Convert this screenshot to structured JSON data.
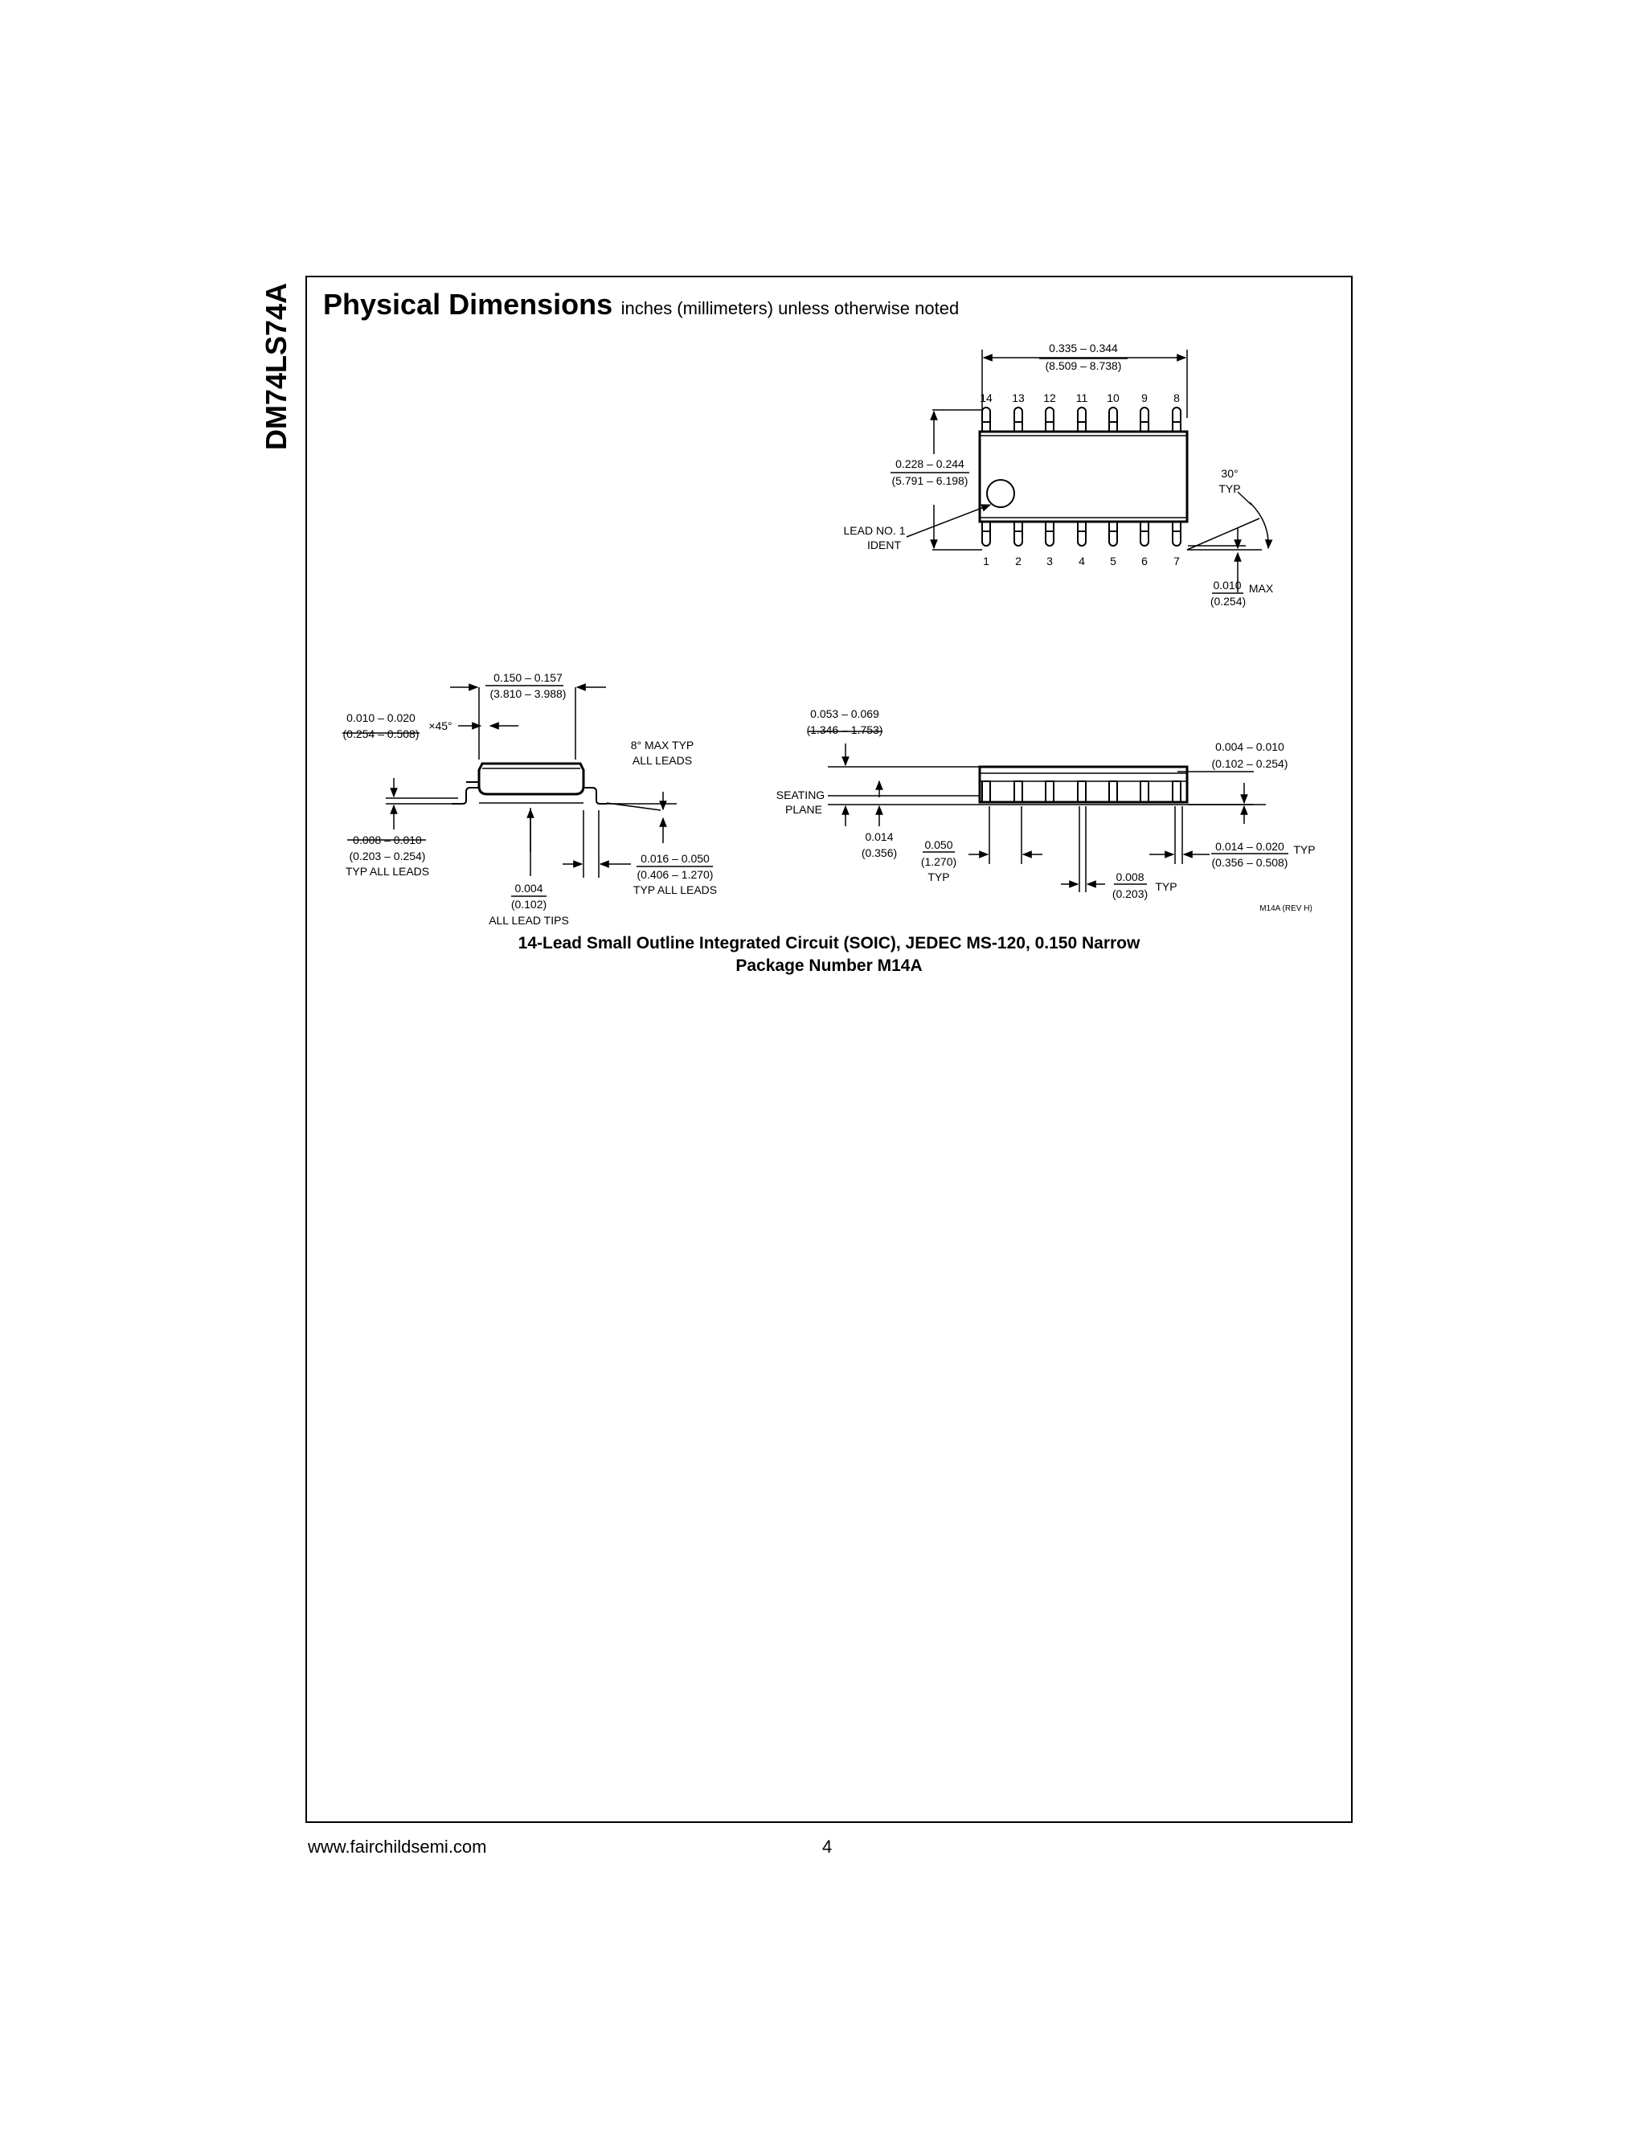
{
  "side_title": "DM74LS74A",
  "heading": {
    "title": "Physical Dimensions",
    "subtitle": "inches (millimeters) unless otherwise noted"
  },
  "top_view": {
    "length_in": "0.335 – 0.344",
    "length_mm": "(8.509 – 8.738)",
    "top_pins": [
      "14",
      "13",
      "12",
      "11",
      "10",
      "9",
      "8"
    ],
    "bottom_pins": [
      "1",
      "2",
      "3",
      "4",
      "5",
      "6",
      "7"
    ],
    "width_in": "0.228 – 0.244",
    "width_mm": "(5.791 – 6.198)",
    "lead_ident_line1": "LEAD NO. 1",
    "lead_ident_line2": "IDENT",
    "angle_value": "30°",
    "angle_typ": "TYP",
    "max_in": "0.010",
    "max_suffix": "MAX",
    "max_mm": "(0.254)"
  },
  "end_view": {
    "body_in": "0.150 – 0.157",
    "body_mm": "(3.810 – 3.988)",
    "chamfer_in": "0.010 – 0.020",
    "chamfer_mm": "(0.254 – 0.508)",
    "chamfer_suffix": "×45°",
    "angle_line1": "8° MAX TYP",
    "angle_line2": "ALL LEADS",
    "lead_thick_in": "0.008 – 0.010",
    "lead_thick_mm": "(0.203 – 0.254)",
    "lead_thick_note": "TYP ALL LEADS",
    "tip_in": "0.004",
    "tip_mm": "(0.102)",
    "tip_note": "ALL LEAD TIPS",
    "foot_in": "0.016 – 0.050",
    "foot_mm": "(0.406 – 1.270)",
    "foot_note": "TYP ALL LEADS"
  },
  "side_view": {
    "height_in": "0.053 – 0.069",
    "height_mm": "(1.346 – 1.753)",
    "standoff_in": "0.004 – 0.010",
    "standoff_mm": "(0.102 – 0.254)",
    "seating_line1": "SEATING",
    "seating_line2": "PLANE",
    "lead_h_in": "0.014",
    "lead_h_mm": "(0.356)",
    "pitch_in": "0.050",
    "pitch_mm": "(1.270)",
    "pitch_typ": "TYP",
    "lead_w_in": "0.008",
    "lead_w_mm": "(0.203)",
    "lead_w_typ": "TYP",
    "width2_in": "0.014 – 0.020",
    "width2_typ": "TYP",
    "width2_mm": "(0.356 – 0.508)",
    "drawing_ref": "M14A (REV H)"
  },
  "caption": {
    "line1": "14-Lead Small Outline Integrated Circuit (SOIC), JEDEC MS-120, 0.150 Narrow",
    "line2": "Package Number M14A"
  },
  "footer": {
    "url": "www.fairchildsemi.com",
    "page": "4"
  }
}
